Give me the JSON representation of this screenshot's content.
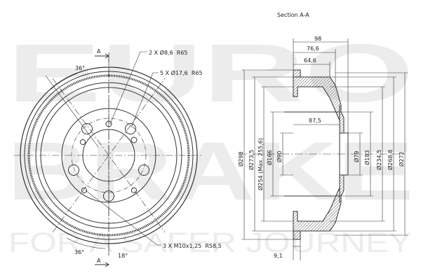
{
  "watermark": {
    "brand_lines": [
      "EURO",
      "BRAKE"
    ],
    "tagline": "FOR A SAFER JOURNEY"
  },
  "front_view": {
    "section_marker": "A",
    "angle_top": "36°",
    "angle_bottom": "36°",
    "angle_bottom_small": "18°",
    "callouts": [
      "2 X Ø8,6  R65",
      "5 X Ø17,6  R65",
      "3 X M10x1,25  R58,5"
    ]
  },
  "section_view": {
    "title": "Section A-A",
    "horizontal_dims": [
      "98",
      "76,6",
      "64,6",
      "87,5",
      "9,1"
    ],
    "left_vertical_dims": [
      "Ø298",
      "Ø273,5",
      "Ø254 (Max. 255,6)",
      "Ø166",
      "Ø90"
    ],
    "right_vertical_dims": [
      "Ø79",
      "Ø183",
      "Ø234,5",
      "Ø268,8",
      "Ø272"
    ]
  },
  "colors": {
    "line": "#333333",
    "watermark": "#ececec",
    "hatch": "#555555"
  }
}
